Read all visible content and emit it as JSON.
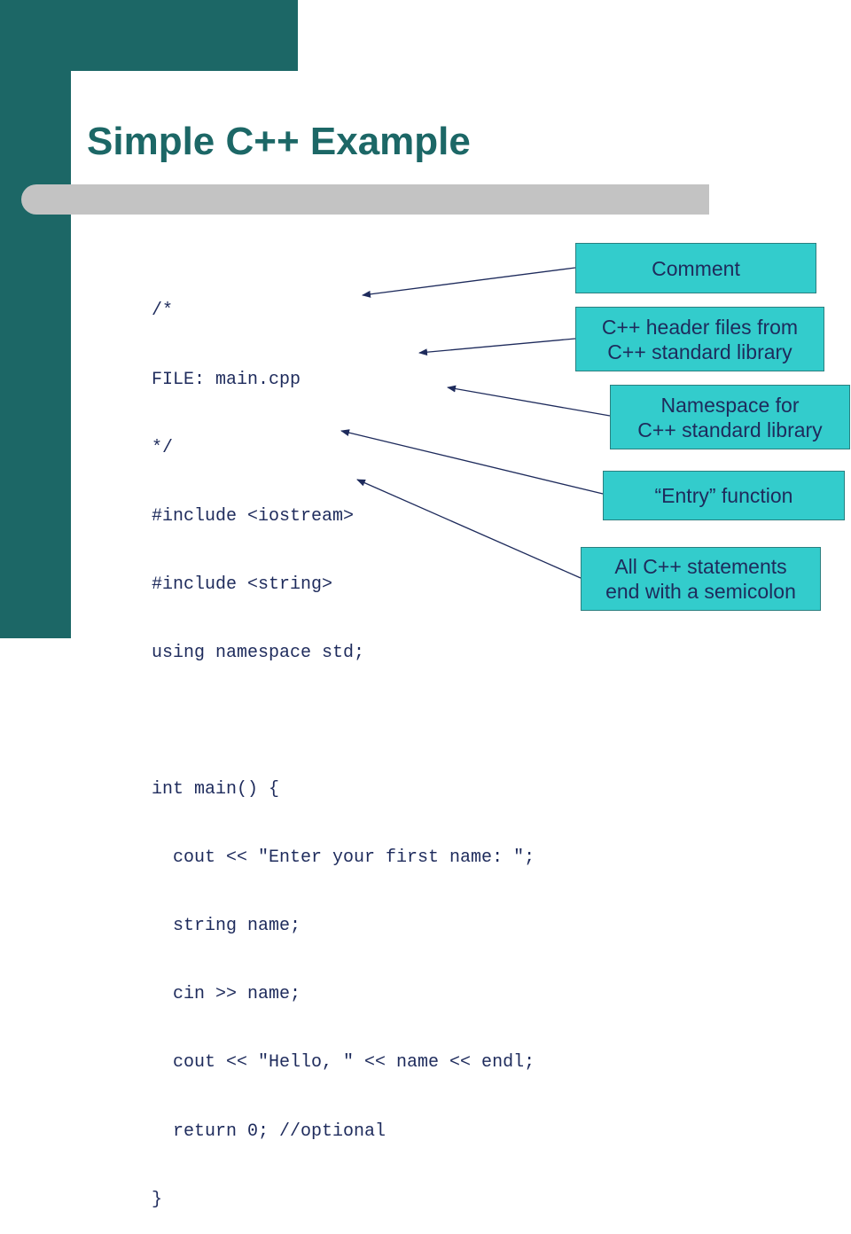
{
  "slide": {
    "title": "Simple C++ Example",
    "code_lines": [
      "/*",
      "FILE: main.cpp",
      "*/",
      "#include <iostream>",
      "#include <string>",
      "using namespace std;",
      "",
      "int main() {",
      "  cout << \"Enter your first name: \";",
      "  string name;",
      "  cin >> name;",
      "  cout << \"Hello, \" << name << endl;",
      "  return 0; //optional",
      "}"
    ],
    "callouts": {
      "comment": {
        "lines": [
          "Comment"
        ]
      },
      "header_files": {
        "lines": [
          "C++ header files from",
          "C++ standard library"
        ]
      },
      "namespace": {
        "lines": [
          "Namespace for",
          "C++ standard library"
        ]
      },
      "entry": {
        "lines": [
          "“Entry” function"
        ]
      },
      "semicolon": {
        "lines": [
          "All C++ statements",
          "end with a semicolon"
        ]
      }
    }
  },
  "colors": {
    "theme_teal": "#1c6766",
    "callout_fill": "#33cccc",
    "code_text": "#1e2b5c",
    "divider_gray": "#c3c3c3"
  }
}
